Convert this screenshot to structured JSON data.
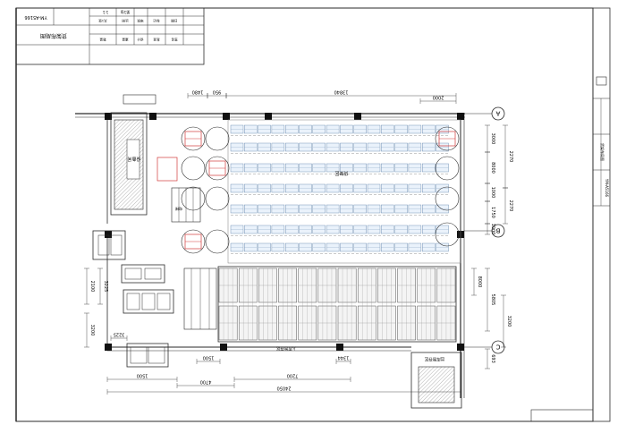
{
  "title_block": {
    "drawing_no": "YM-A5166",
    "drawing_name": "货架布局图",
    "scale": "1:1",
    "sheet": "第1张",
    "cells_top": [
      "共1张",
      "比例",
      "审核",
      "标记",
      "日期"
    ],
    "cells_mid": [
      "数量",
      "重量",
      "设计",
      "批准",
      "签名"
    ]
  },
  "right_strip": {
    "labels": [
      "货架布局图",
      "YM-A5166"
    ]
  },
  "dimensions": {
    "top": [
      "1480",
      "950",
      "13840",
      "2000"
    ],
    "bottom": [
      "1500",
      "7200",
      "1500",
      "4700",
      "24050",
      "1344"
    ],
    "right": [
      "3000",
      "2270",
      "8000",
      "2270",
      "1000",
      "1750",
      "1000",
      "8000",
      "5805",
      "3200",
      "693"
    ],
    "left": [
      "2100",
      "3225",
      "3200",
      "3225"
    ]
  },
  "grid_axes": [
    "A",
    "B",
    "C"
  ],
  "areas": {
    "shelf_area": "货架区",
    "stage_area": "入库暂存区",
    "exit_area": "出库暂存区",
    "equipment_room": "设备间",
    "elevator": "电梯"
  },
  "colors": {
    "line": "#2a2a2a",
    "light_line": "#7a7a7a",
    "shelf_fill": "#eaf2fb",
    "red": "#d23a3a"
  }
}
